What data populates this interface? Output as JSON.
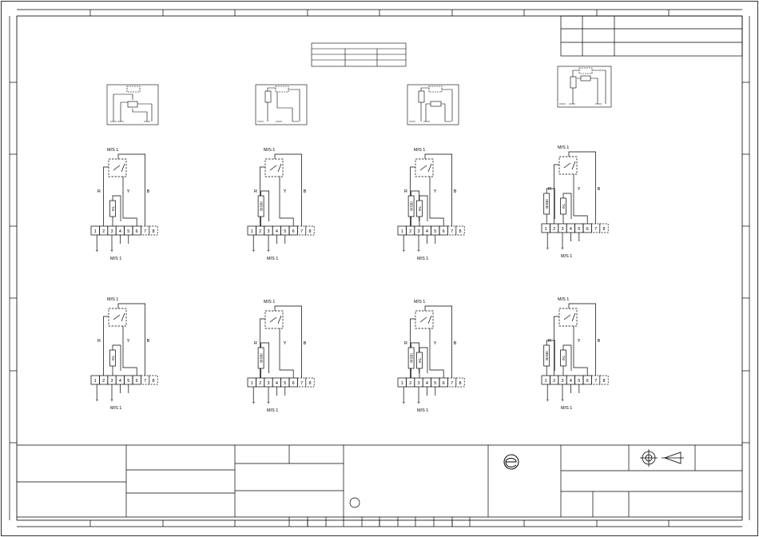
{
  "sheet": {
    "circuits": [
      {
        "id": "c1",
        "top_label": "M/S 1",
        "bottom_label": "M/S 1",
        "terminals": [
          "1",
          "2",
          "3",
          "4",
          "5",
          "6",
          "7",
          "8"
        ],
        "wire_labels": {
          "left": "R",
          "mid": "Y",
          "right": "B"
        },
        "components": [
          {
            "terminal": 3,
            "label": "IXL"
          }
        ]
      },
      {
        "id": "c2",
        "top_label": "M/S 1",
        "bottom_label": "M/S 1",
        "terminals": [
          "1",
          "2",
          "3",
          "4",
          "5",
          "6",
          "7",
          "8"
        ],
        "wire_labels": {
          "left": "R",
          "mid": "Y",
          "right": "B"
        },
        "components": [
          {
            "terminal": 2,
            "label": "BISBI"
          }
        ]
      },
      {
        "id": "c3",
        "top_label": "M/S 1",
        "bottom_label": "M/S 1",
        "terminals": [
          "1",
          "2",
          "3",
          "4",
          "5",
          "6",
          "7",
          "8"
        ],
        "wire_labels": {
          "left": "R",
          "mid": "Y",
          "right": "B"
        },
        "components": [
          {
            "terminal": 2,
            "label": "BISBI"
          },
          {
            "terminal": 3,
            "label": "IXL"
          }
        ]
      },
      {
        "id": "c4",
        "top_label": "M/S 1",
        "bottom_label": "M/S 1",
        "terminals": [
          "1",
          "2",
          "3",
          "4",
          "5",
          "6",
          "7",
          "8"
        ],
        "wire_labels": {
          "left": "R",
          "mid": "Y",
          "right": "B"
        },
        "components": [
          {
            "terminal": 1,
            "label": "BISBI"
          },
          {
            "terminal": 3,
            "label": "IXL"
          }
        ]
      },
      {
        "id": "c5",
        "top_label": "M/S 1",
        "bottom_label": "M/S 1",
        "terminals": [
          "1",
          "2",
          "3",
          "4",
          "5",
          "6",
          "7",
          "8"
        ],
        "wire_labels": {
          "left": "R",
          "mid": "Y",
          "right": "B"
        },
        "components": [
          {
            "terminal": 3,
            "label": "IXL"
          }
        ]
      },
      {
        "id": "c6",
        "top_label": "M/S 1",
        "bottom_label": "M/S 1",
        "terminals": [
          "1",
          "2",
          "3",
          "4",
          "5",
          "6",
          "7",
          "8"
        ],
        "wire_labels": {
          "left": "R",
          "mid": "Y",
          "right": "B"
        },
        "components": [
          {
            "terminal": 2,
            "label": "BISBI"
          }
        ]
      },
      {
        "id": "c7",
        "top_label": "M/S 1",
        "bottom_label": "M/S 1",
        "terminals": [
          "1",
          "2",
          "3",
          "4",
          "5",
          "6",
          "7",
          "8"
        ],
        "wire_labels": {
          "left": "R",
          "mid": "Y",
          "right": "B"
        },
        "components": [
          {
            "terminal": 2,
            "label": "BISBI"
          },
          {
            "terminal": 3,
            "label": "IXL"
          }
        ]
      },
      {
        "id": "c8",
        "top_label": "M/S 1",
        "bottom_label": "M/S 1",
        "terminals": [
          "1",
          "2",
          "3",
          "4",
          "5",
          "6",
          "7",
          "8"
        ],
        "wire_labels": {
          "left": "R",
          "mid": "Y",
          "right": "B"
        },
        "components": [
          {
            "terminal": 1,
            "label": "BISBI"
          },
          {
            "terminal": 3,
            "label": "IXL"
          }
        ]
      }
    ]
  }
}
